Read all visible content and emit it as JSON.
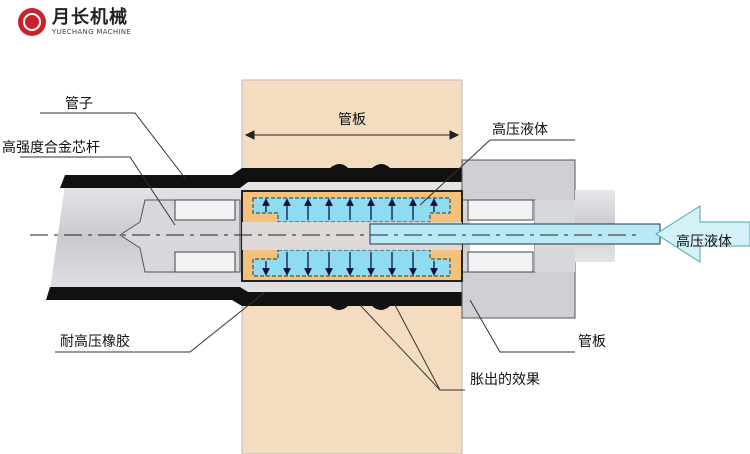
{
  "logo": {
    "name_cn": "月长机械",
    "name_en": "YUECHANG MACHINE"
  },
  "labels": {
    "tube": "管子",
    "mandrel": "高强度合金芯杆",
    "tube_sheet_top": "管板",
    "hp_liquid_top": "高压液体",
    "hp_liquid_right": "高压液体",
    "rubber": "耐高压橡胶",
    "tube_sheet_right": "管板",
    "expansion_effect": "胀出的效果"
  },
  "colors": {
    "tube_sheet": "#f4dcc0",
    "liquid": "#8fdcf2",
    "rubber": "#f2c27a",
    "wall": "#111111",
    "logo": "#c8232c"
  }
}
